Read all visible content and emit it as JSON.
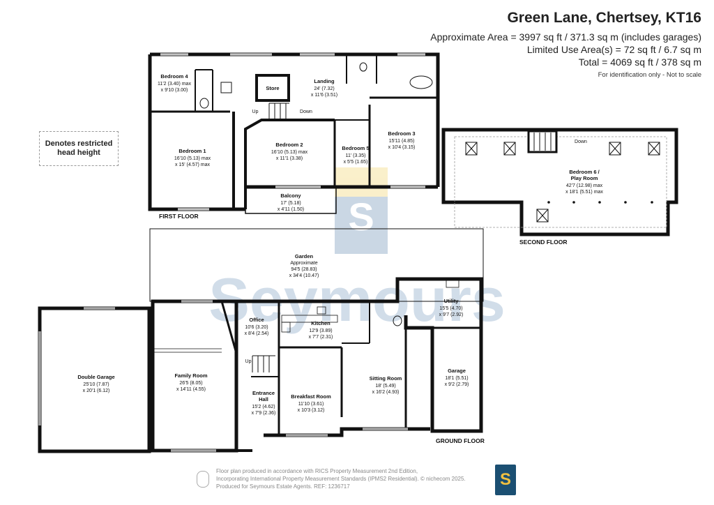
{
  "header": {
    "title": "Green Lane, Chertsey, KT16",
    "approx_area": "Approximate Area = 3997 sq ft / 371.3 sq m (includes garages)",
    "limited_use": "Limited Use Area(s) = 72 sq ft / 6.7 sq m",
    "total": "Total = 4069 sq ft / 378 sq m",
    "note": "For identification only - Not to scale"
  },
  "legend": {
    "line1": "Denotes restricted",
    "line2": "head height"
  },
  "watermark": "Seymours",
  "floors": {
    "first": "FIRST FLOOR",
    "second": "SECOND FLOOR",
    "ground": "GROUND FLOOR"
  },
  "rooms": {
    "bedroom4": {
      "name": "Bedroom 4",
      "d1": "11'2 (3.40) max",
      "d2": "x 9'10 (3.00)"
    },
    "store": {
      "name": "Store"
    },
    "landing": {
      "name": "Landing",
      "d1": "24' (7.32)",
      "d2": "x 11'6 (3.51)"
    },
    "up1": "Up",
    "down1": "Down",
    "bedroom1": {
      "name": "Bedroom 1",
      "d1": "16'10 (5.13) max",
      "d2": "x 15' (4.57) max"
    },
    "bedroom2": {
      "name": "Bedroom 2",
      "d1": "16'10 (5.13) max",
      "d2": "x 11'1 (3.38)"
    },
    "bedroom5": {
      "name": "Bedroom 5",
      "d1": "11' (3.35)",
      "d2": "x 5'5 (1.65)"
    },
    "bedroom3": {
      "name": "Bedroom 3",
      "d1": "15'11 (4.85)",
      "d2": "x 10'4 (3.15)"
    },
    "balcony": {
      "name": "Balcony",
      "d1": "17' (5.18)",
      "d2": "x 4'11 (1.50)"
    },
    "bedroom6": {
      "name1": "Bedroom 6 /",
      "name2": "Play Room",
      "d1": "42'7 (12.98) max",
      "d2": "x 18'1 (5.51) max"
    },
    "down2": "Down",
    "garden": {
      "name": "Garden",
      "d0": "Approximate",
      "d1": "94'5 (28.83)",
      "d2": "x 34'4 (10.47)"
    },
    "double_garage": {
      "name": "Double Garage",
      "d1": "25'10 (7.87)",
      "d2": "x 20'1 (6.12)"
    },
    "family_room": {
      "name": "Family Room",
      "d1": "26'5 (8.05)",
      "d2": "x 14'11 (4.55)"
    },
    "office": {
      "name": "Office",
      "d1": "10'6 (3.20)",
      "d2": "x 8'4 (2.54)"
    },
    "up2": "Up",
    "entrance_hall": {
      "name1": "Entrance",
      "name2": "Hall",
      "d1": "15'2 (4.62)",
      "d2": "x 7'9 (2.36)"
    },
    "kitchen": {
      "name": "Kitchen",
      "d1": "12'9 (3.89)",
      "d2": "x 7'7 (2.31)"
    },
    "breakfast": {
      "name": "Breakfast Room",
      "d1": "11'10 (3.61)",
      "d2": "x 10'3 (3.12)"
    },
    "sitting": {
      "name": "Sitting Room",
      "d1": "18' (5.49)",
      "d2": "x 16'2 (4.93)"
    },
    "utility": {
      "name": "Utility",
      "d1": "15'5 (4.70)",
      "d2": "x 9'7 (2.92)"
    },
    "garage": {
      "name": "Garage",
      "d1": "18'1 (5.51)",
      "d2": "x 9'2 (2.79)"
    }
  },
  "footer": {
    "line1": "Floor plan produced in accordance with RICS Property Measurement 2nd Edition,",
    "line2": "Incorporating International Property Measurement Standards (IPMS2 Residential).  © nichecom 2025.",
    "line3": "Produced for Seymours Estate Agents.   REF: 1236717"
  },
  "logo_letter": "S",
  "colors": {
    "wall": "#111111",
    "watermark_blue": "#1b4f72",
    "watermark_yellow": "#f2d36b"
  }
}
